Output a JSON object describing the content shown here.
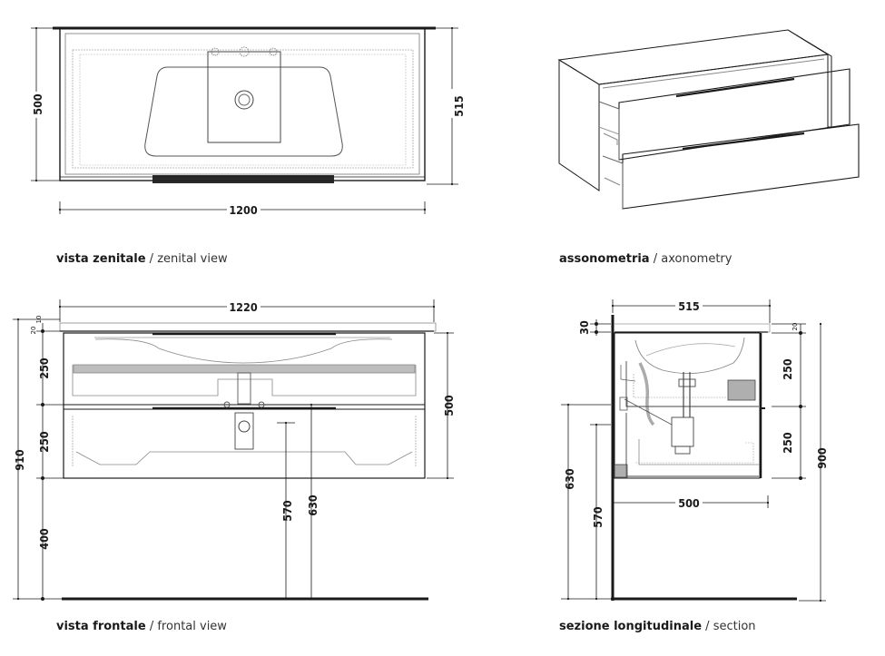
{
  "views": {
    "top": {
      "caption_it": "vista zenitale",
      "caption_sep": " / ",
      "caption_en": "zenital view",
      "dims": {
        "width": "1200",
        "depth_inner": "500",
        "depth_outer": "515"
      }
    },
    "axo": {
      "caption_it": "assonometria",
      "caption_sep": " / ",
      "caption_en": "axonometry"
    },
    "front": {
      "caption_it": "vista frontale",
      "caption_sep": " / ",
      "caption_en": "frontal view",
      "dims": {
        "width": "1220",
        "top_20": "20",
        "top_10": "10",
        "drawer_upper": "250",
        "drawer_lower": "250",
        "floor_gap": "400",
        "total_h": "910",
        "body_h": "500",
        "h_570": "570",
        "h_630": "630"
      }
    },
    "section": {
      "caption_it": "sezione longitudinale",
      "caption_sep": " / ",
      "caption_en": "section",
      "dims": {
        "depth": "515",
        "top_30": "30",
        "top_20": "20",
        "drawer_upper": "250",
        "drawer_lower": "250",
        "total_h": "900",
        "h_630": "630",
        "h_570": "570",
        "inner_depth": "500"
      }
    }
  },
  "colors": {
    "line": "#1a1a1a",
    "grey": "#8a8a8a",
    "light": "#cfcfcf"
  }
}
